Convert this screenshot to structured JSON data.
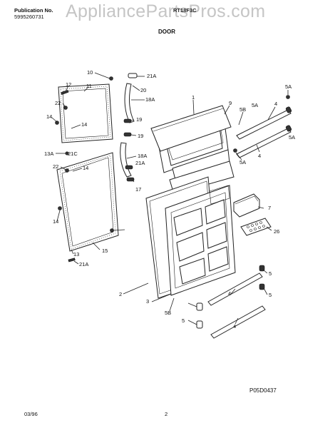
{
  "header": {
    "publication_label": "Publication No.",
    "publication_number": "5995260731",
    "model": "RT18F3C",
    "section": "DOOR"
  },
  "watermark": "AppliancePartsPros.com",
  "diagram_code": "P05D0437",
  "footer": {
    "date": "03/96",
    "page": "2"
  },
  "part_labels": [
    "10",
    "12",
    "11",
    "22",
    "14",
    "14",
    "13A",
    "21C",
    "22",
    "14",
    "14",
    "13",
    "15",
    "21A",
    "21A",
    "20",
    "18A",
    "19",
    "19",
    "18A",
    "21A",
    "17",
    "1",
    "9",
    "5B",
    "5A",
    "4",
    "5A",
    "5A",
    "5A",
    "4",
    "7",
    "26",
    "5",
    "4",
    "5",
    "4",
    "3",
    "5B",
    "2"
  ]
}
